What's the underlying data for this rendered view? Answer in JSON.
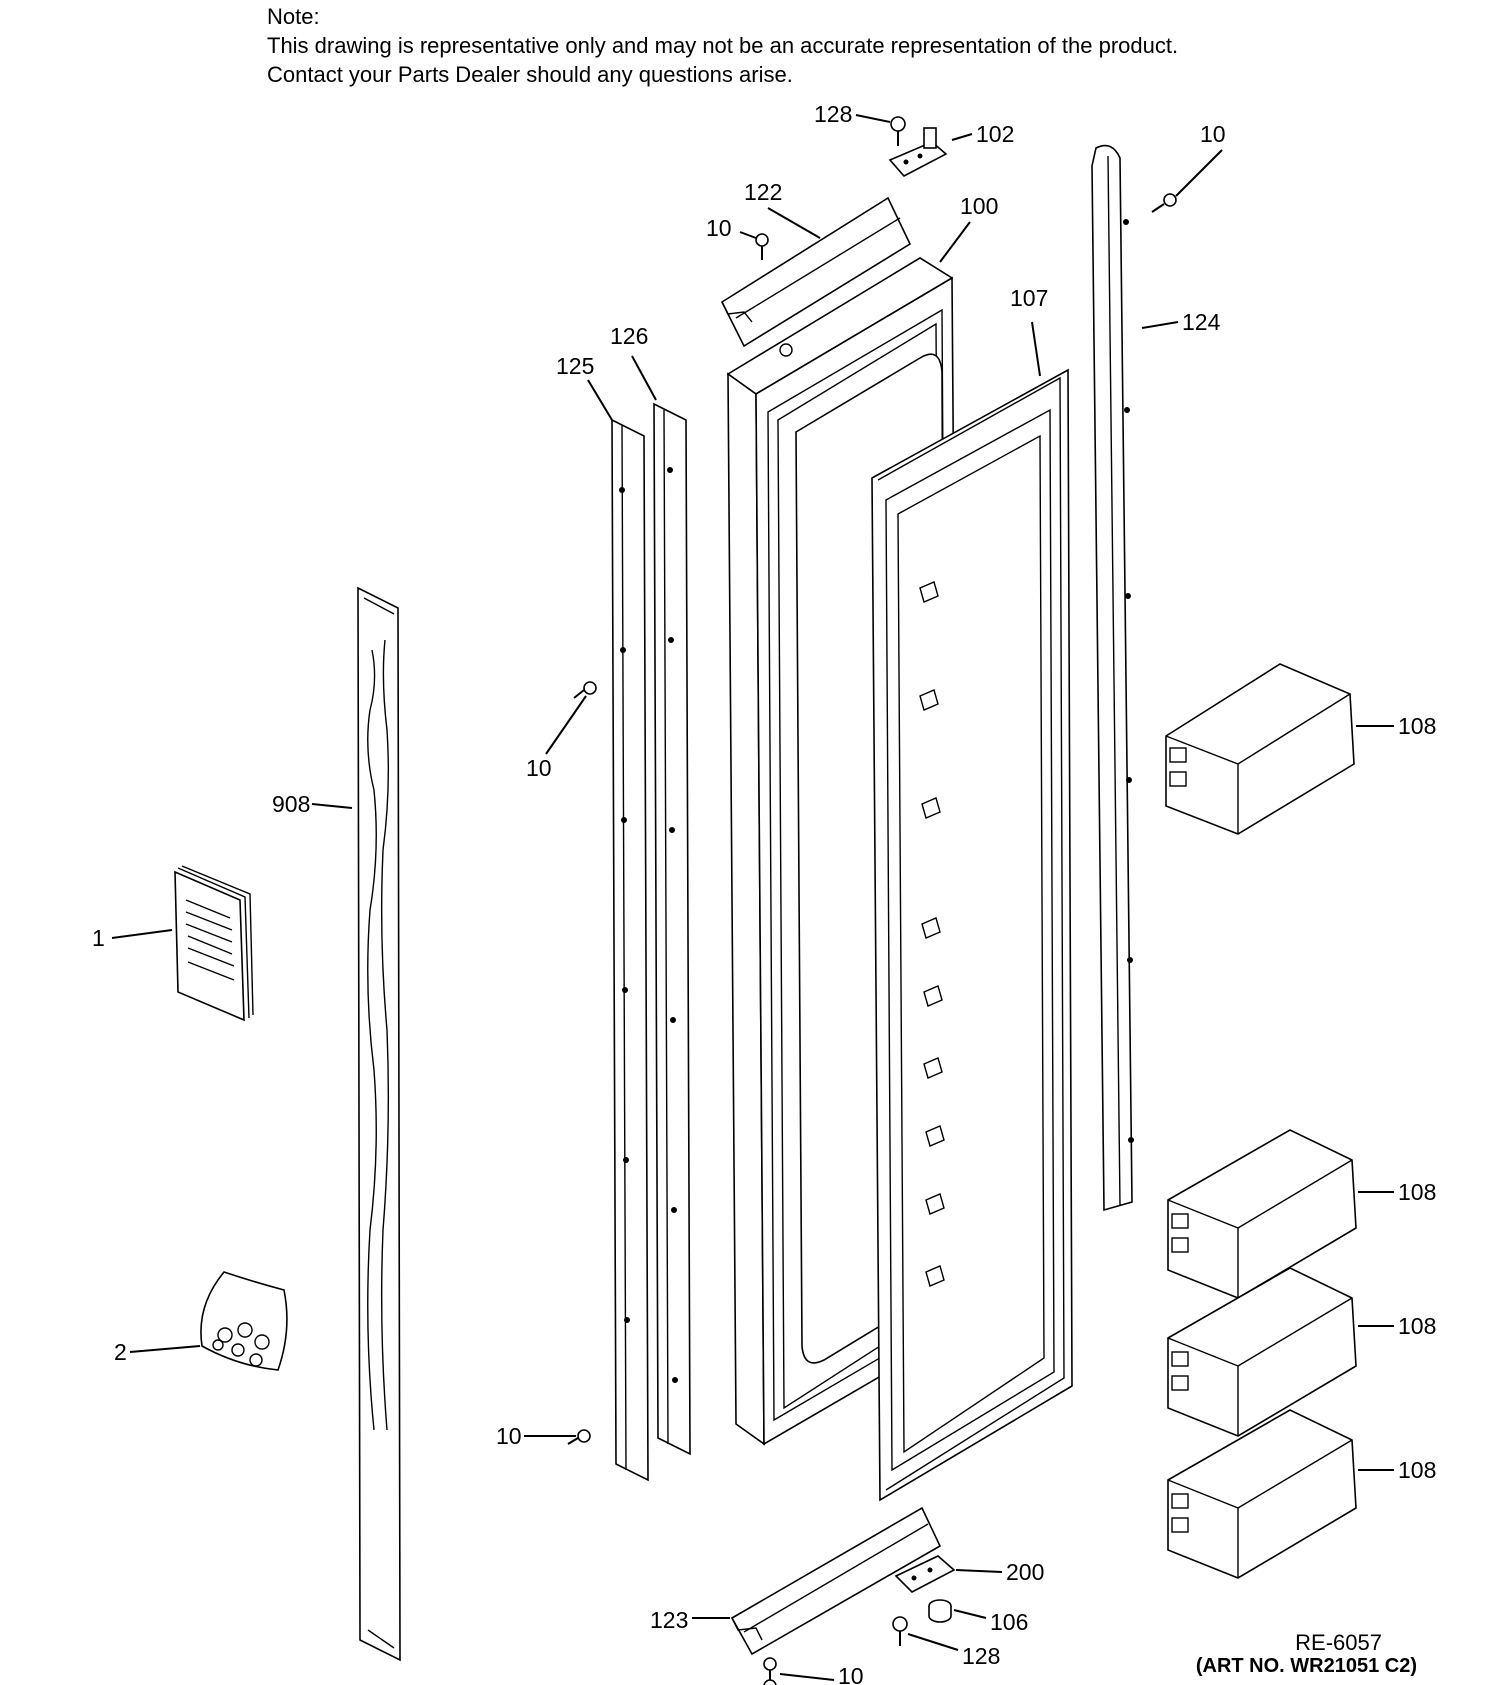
{
  "note": {
    "heading": "Note:",
    "line1": "This drawing is representative only and may not be an accurate representation of the product.",
    "line2": "Contact your Parts Dealer should any questions arise."
  },
  "callouts": {
    "c128_top": "128",
    "c102": "102",
    "c10_top_right": "10",
    "c122": "122",
    "c10_top": "10",
    "c100": "100",
    "c107": "107",
    "c124": "124",
    "c126": "126",
    "c125": "125",
    "c108_a": "108",
    "c10_mid": "10",
    "c908": "908",
    "c1": "1",
    "c108_b": "108",
    "c108_c": "108",
    "c2": "2",
    "c108_d": "108",
    "c10_low": "10",
    "c200": "200",
    "c106": "106",
    "c123": "123",
    "c128_bottom": "128",
    "c10_bottom": "10"
  },
  "footer": {
    "ref": "RE-6057",
    "art": "(ART NO. WR21051 C2)"
  }
}
